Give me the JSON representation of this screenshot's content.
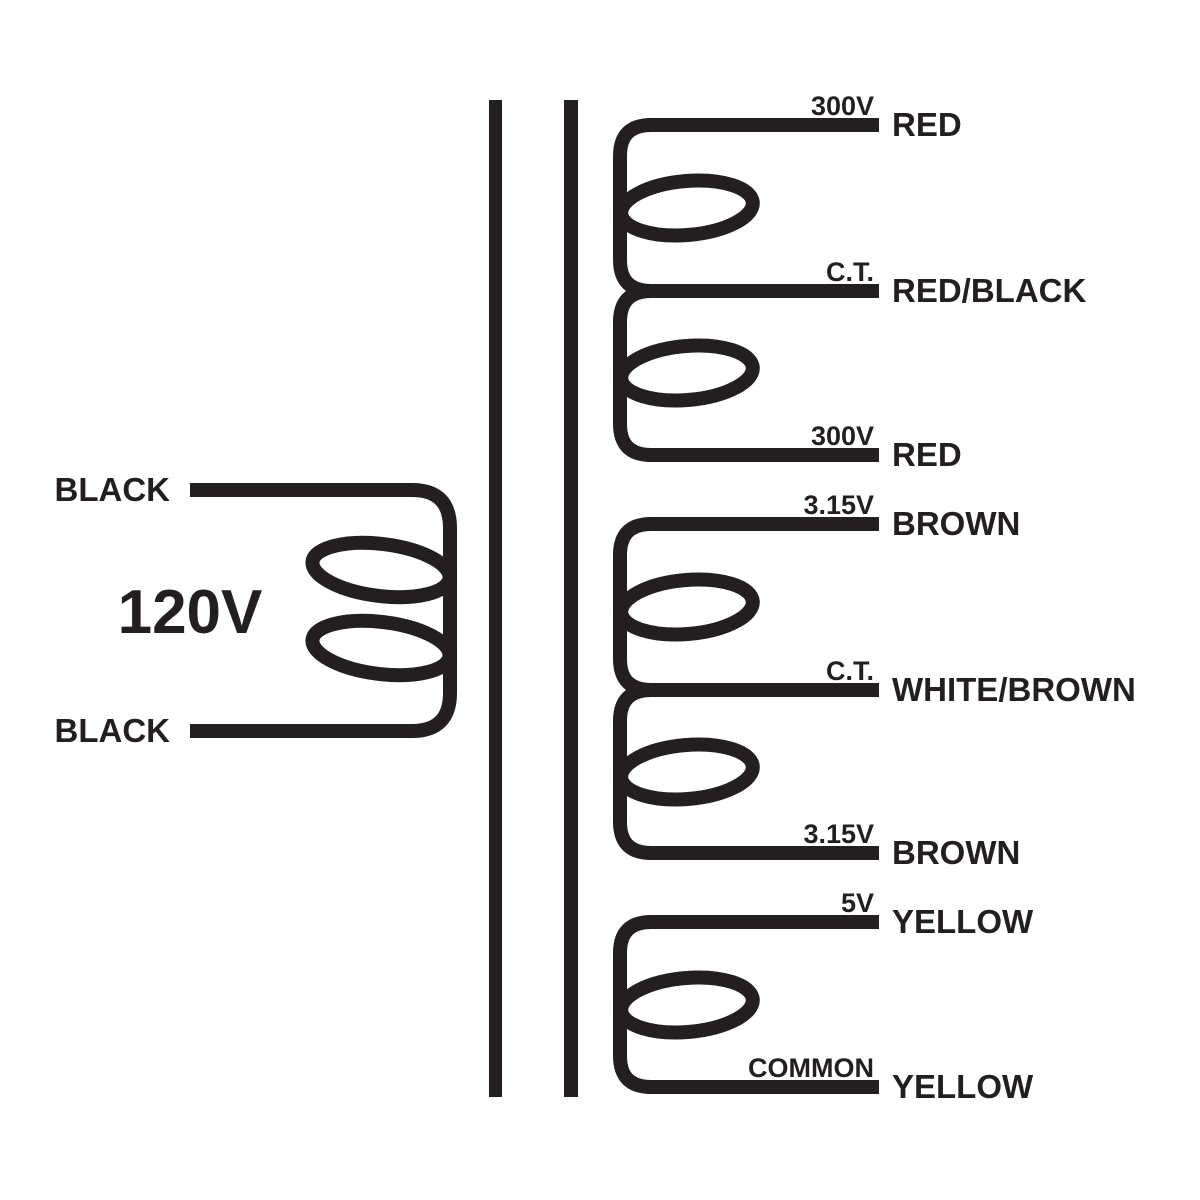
{
  "diagram": {
    "ink_color": "#231f20",
    "background_color": "#ffffff",
    "primary": {
      "voltage_label": "120V",
      "top_lead": "BLACK",
      "bottom_lead": "BLACK"
    },
    "secondary_windings": [
      {
        "taps": [
          {
            "tap": "300V",
            "wire": "RED"
          },
          {
            "tap": "C.T.",
            "wire": "RED/BLACK"
          },
          {
            "tap": "300V",
            "wire": "RED"
          }
        ]
      },
      {
        "taps": [
          {
            "tap": "3.15V",
            "wire": "BROWN"
          },
          {
            "tap": "C.T.",
            "wire": "WHITE/BROWN"
          },
          {
            "tap": "3.15V",
            "wire": "BROWN"
          }
        ]
      },
      {
        "taps": [
          {
            "tap": "5V",
            "wire": "YELLOW"
          },
          {
            "tap": "COMMON",
            "wire": "YELLOW"
          }
        ]
      }
    ]
  }
}
